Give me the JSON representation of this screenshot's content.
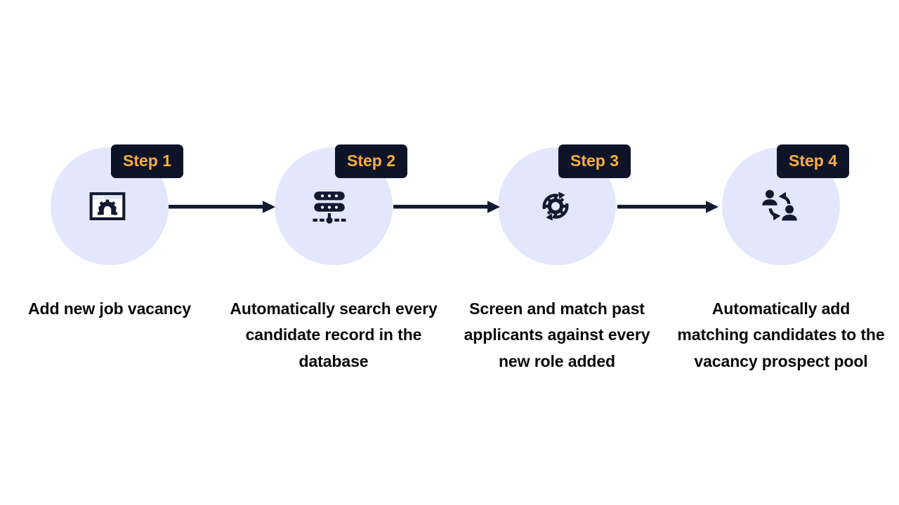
{
  "diagram": {
    "type": "horizontal-process-flow",
    "step_count": 4,
    "colors": {
      "circle_fill": "#e3e7fb",
      "badge_bg": "#0d1428",
      "badge_text": "#f9ae43",
      "icon": "#111a30",
      "arrow": "#111a30",
      "caption_text": "#0a0a0a",
      "background": "#ffffff"
    },
    "steps": [
      {
        "badge": "Step 1",
        "caption": "Add new job vacancy",
        "icon": "browser-window-gear-icon"
      },
      {
        "badge": "Step 2",
        "caption": "Automatically search every candidate record in the database",
        "icon": "database-server-network-icon"
      },
      {
        "badge": "Step 3",
        "caption": "Screen and match past applicants against every new role added",
        "icon": "gear-refresh-cycle-icon"
      },
      {
        "badge": "Step 4",
        "caption": "Automatically add matching candidates to the vacancy prospect pool",
        "icon": "users-exchange-icon"
      }
    ],
    "connectors": [
      {
        "from": "Step 1",
        "to": "Step 2",
        "icon": "arrow-right-icon"
      },
      {
        "from": "Step 2",
        "to": "Step 3",
        "icon": "arrow-right-icon"
      },
      {
        "from": "Step 3",
        "to": "Step 4",
        "icon": "arrow-right-icon"
      }
    ]
  }
}
